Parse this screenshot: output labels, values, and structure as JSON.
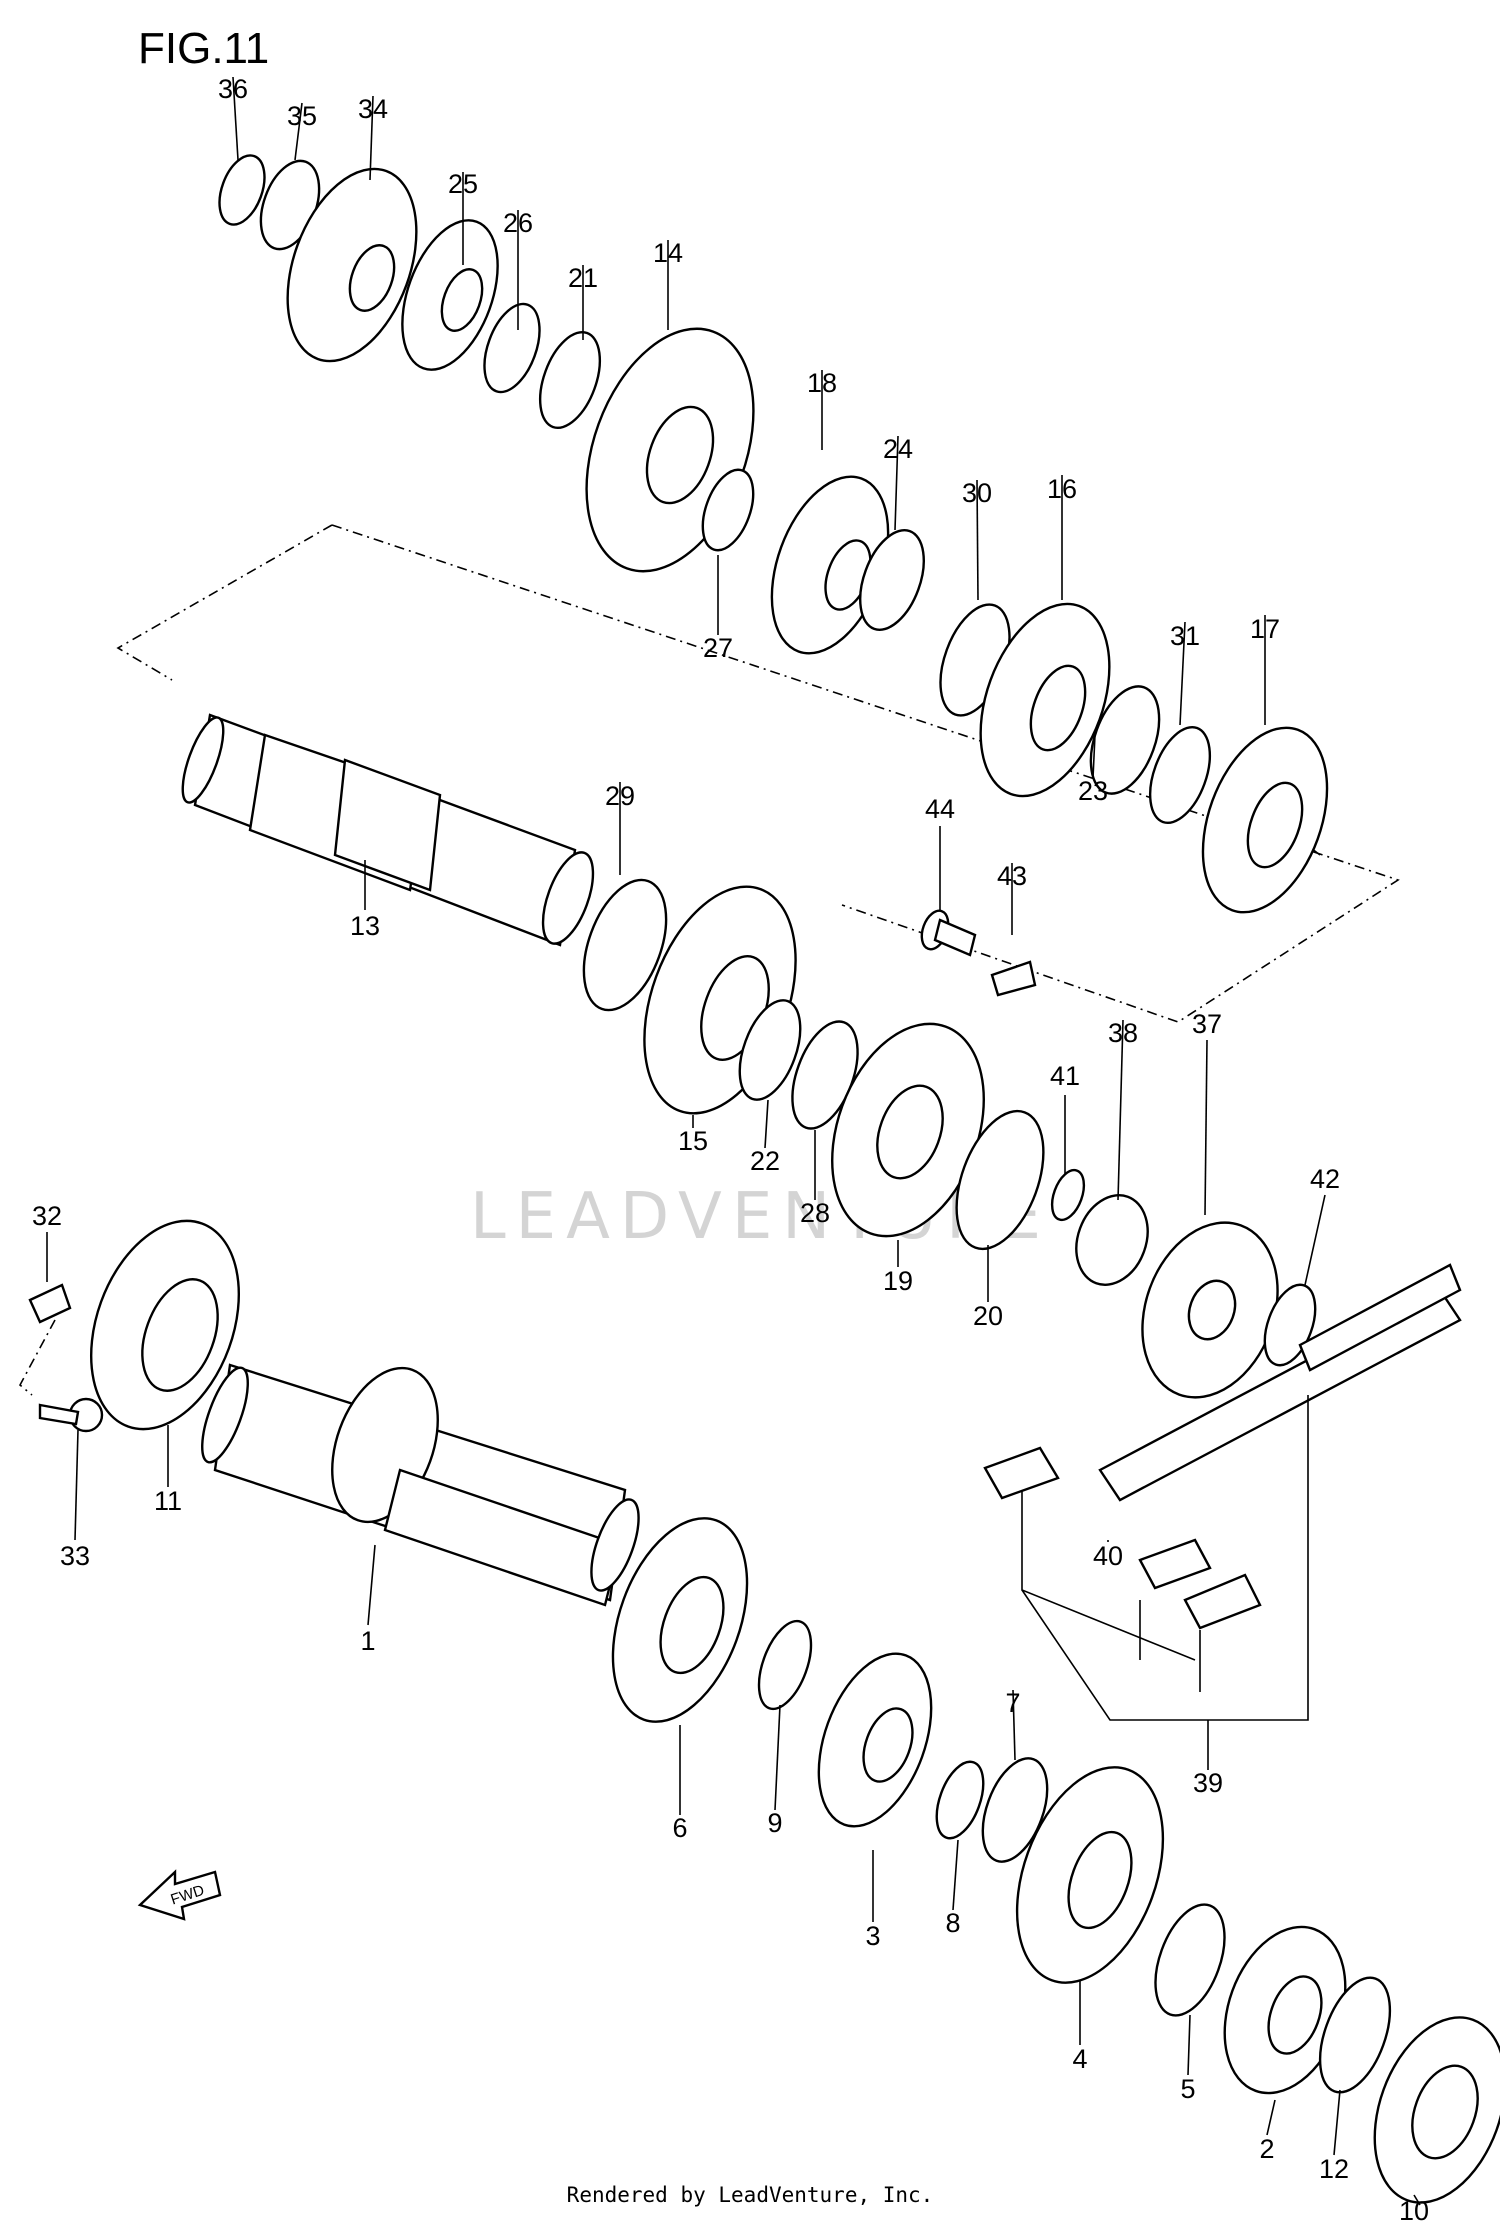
{
  "title": "FIG.11",
  "watermark": "LEADVENTURE",
  "footer": "Rendered by LeadVenture, Inc.",
  "fwd_label": "FWD",
  "parts": [
    "1",
    "2",
    "3",
    "4",
    "5",
    "6",
    "7",
    "8",
    "9",
    "10",
    "11",
    "12",
    "13",
    "14",
    "15",
    "16",
    "17",
    "18",
    "19",
    "20",
    "21",
    "22",
    "23",
    "24",
    "25",
    "26",
    "27",
    "28",
    "29",
    "30",
    "31",
    "32",
    "33",
    "34",
    "35",
    "36",
    "37",
    "38",
    "39",
    "40",
    "41",
    "42",
    "43",
    "44"
  ]
}
